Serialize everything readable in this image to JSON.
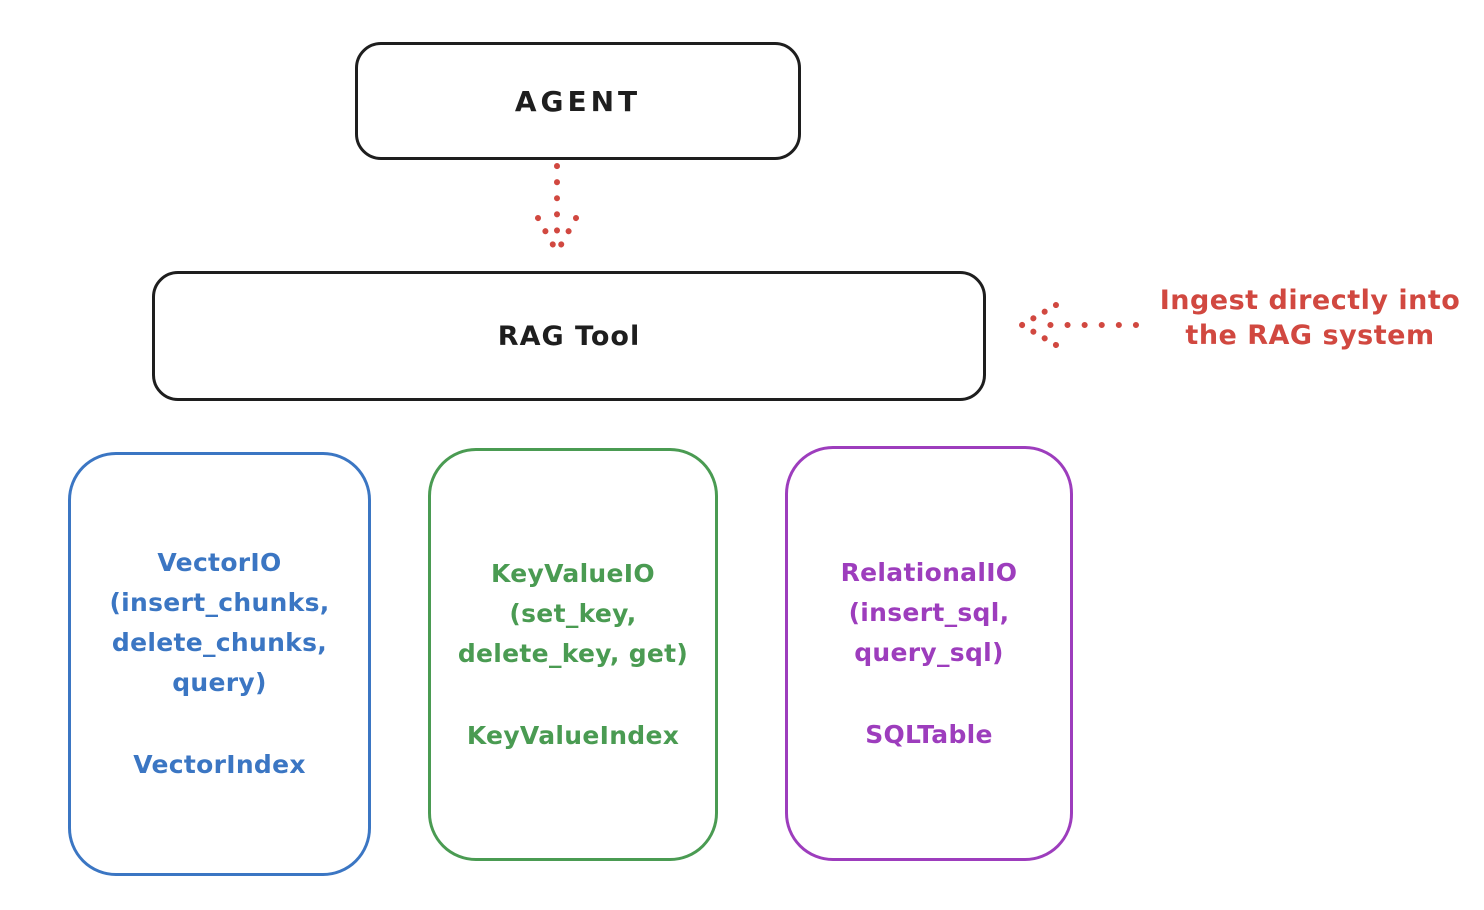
{
  "diagram": {
    "background": "#ffffff",
    "stroke_color": "#1e1e1e",
    "agent": {
      "label": "AGENT"
    },
    "rag_tool": {
      "label": "RAG Tool"
    },
    "annotation": {
      "line1": "Ingest directly into",
      "line2": "the RAG system",
      "color": "#d14840"
    },
    "arrows": [
      {
        "name": "agent-to-rag-tool",
        "style": "dotted",
        "direction": "down",
        "color": "#d14840"
      },
      {
        "name": "annotation-to-rag-tool",
        "style": "dotted",
        "direction": "left",
        "color": "#d14840"
      }
    ],
    "backends": [
      {
        "title": "VectorIO",
        "method_lines": [
          "(insert_chunks,",
          "delete_chunks,",
          "query)"
        ],
        "index_label": "VectorIndex",
        "color": "#3b76c3"
      },
      {
        "title": "KeyValueIO",
        "method_lines": [
          "(set_key,",
          "delete_key, get)"
        ],
        "index_label": "KeyValueIndex",
        "color": "#4a9b52"
      },
      {
        "title": "RelationalIO",
        "method_lines": [
          "(insert_sql,",
          "query_sql)"
        ],
        "index_label": "SQLTable",
        "color": "#9d3dbd"
      }
    ]
  }
}
